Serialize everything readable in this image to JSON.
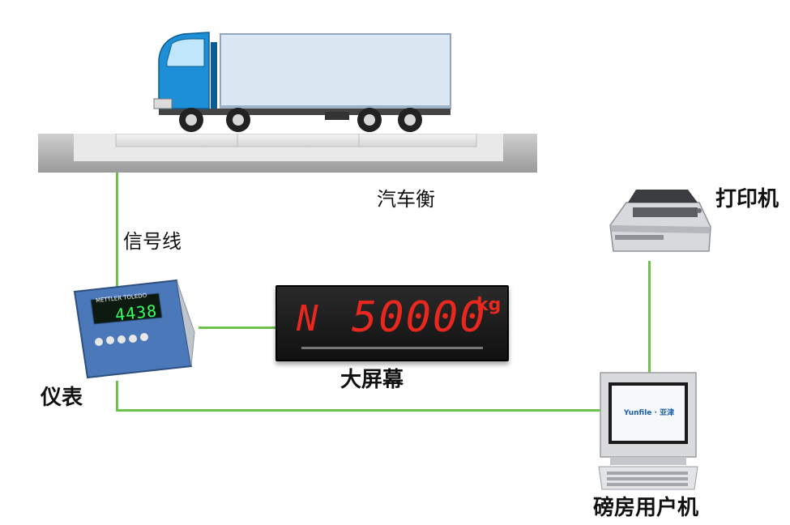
{
  "labels": {
    "truck_scale": "汽车衡",
    "signal_wire": "信号线",
    "printer": "打印机",
    "indicator": "仪表",
    "big_screen": "大屏幕",
    "pc": "磅房用户机"
  },
  "indicator_display": "4438",
  "indicator_brand": "METTLER TOLEDO",
  "big_screen_display": {
    "mode": "N",
    "value": "50000",
    "unit": "kg"
  },
  "pc_screen_logo": "Yunfile · 亚津",
  "colors": {
    "wire": "#6cc24a",
    "led_red": "#e8281e",
    "indicator_led": "#33ff66",
    "indicator_body": "#4a78b8",
    "truck_cab": "#1d8fd6",
    "truck_box": "#dbe8f4"
  }
}
